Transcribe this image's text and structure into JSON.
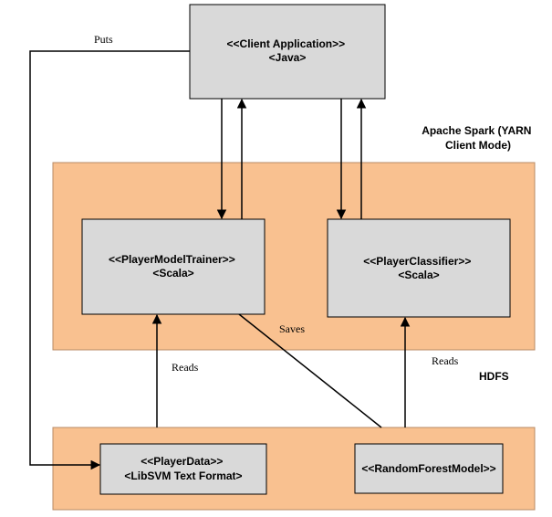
{
  "regions": {
    "spark": {
      "label_line1": "Apache Spark (YARN",
      "label_line2": "Client Mode)"
    },
    "hdfs": {
      "label": "HDFS"
    }
  },
  "nodes": {
    "client": {
      "line1": "<<Client Application>>",
      "line2": "<Java>"
    },
    "trainer": {
      "line1": "<<PlayerModelTrainer>>",
      "line2": "<Scala>"
    },
    "classifier": {
      "line1": "<<PlayerClassifier>>",
      "line2": "<Scala>"
    },
    "playerdata": {
      "line1": "<<PlayerData>>",
      "line2": "<LibSVM Text Format>"
    },
    "model": {
      "line1": "<<RandomForestModel>>"
    }
  },
  "edges": {
    "puts": "Puts",
    "saves": "Saves",
    "reads_trainer": "Reads",
    "reads_classifier": "Reads"
  },
  "colors": {
    "region_fill": "#f9c190",
    "node_fill": "#d9d9d9",
    "stroke": "#000000"
  }
}
